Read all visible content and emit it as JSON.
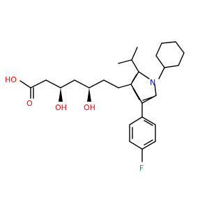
{
  "colors": {
    "background": "#ffffff",
    "bond": "#000000",
    "oxygen": "#ff0000",
    "nitrogen": "#0000ff",
    "fluorine": "#00b000"
  },
  "atoms": {
    "acid_oh": "HO",
    "acid_carbonyl_o": "O",
    "hydroxyl_3": "OH",
    "hydroxyl_5": "OH",
    "pyrrole_n": "N",
    "fluorine": "F"
  }
}
